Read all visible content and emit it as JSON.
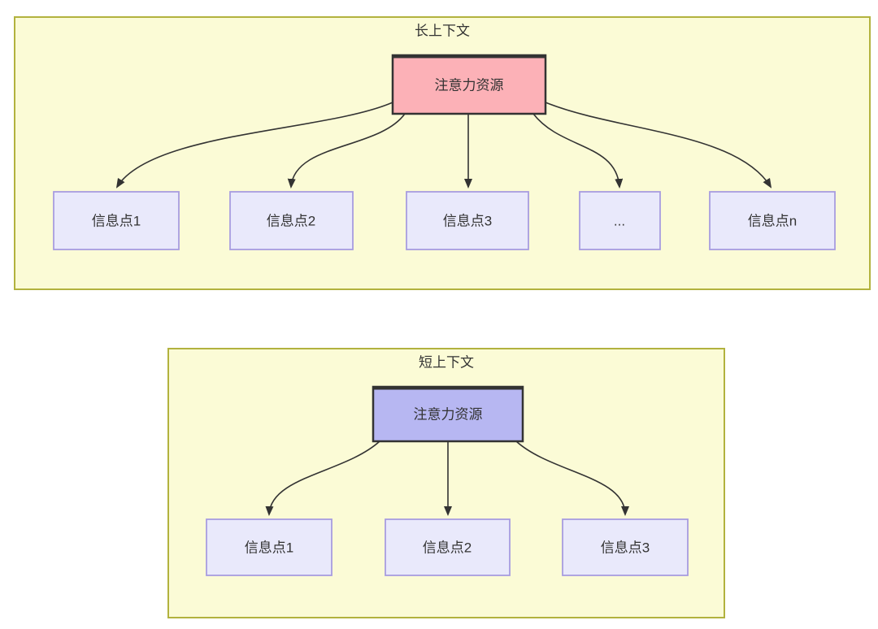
{
  "diagram": {
    "line_color": "#333333",
    "text_color": "#333333",
    "sections": [
      {
        "title": "长上下文",
        "container_fill": "#fbfbd6",
        "container_border": "#b2b23e",
        "source": {
          "label": "注意力资源",
          "fill": "#fcb1b7",
          "border": "#333333"
        },
        "target_fill": "#e9e9fb",
        "target_border": "#a79ce0",
        "targets": [
          {
            "label": "信息点1"
          },
          {
            "label": "信息点2"
          },
          {
            "label": "信息点3"
          },
          {
            "label": "..."
          },
          {
            "label": "信息点n"
          }
        ]
      },
      {
        "title": "短上下文",
        "container_fill": "#fbfbd6",
        "container_border": "#b2b23e",
        "source": {
          "label": "注意力资源",
          "fill": "#b7b7f2",
          "border": "#333333"
        },
        "target_fill": "#e9e9fb",
        "target_border": "#a79ce0",
        "targets": [
          {
            "label": "信息点1"
          },
          {
            "label": "信息点2"
          },
          {
            "label": "信息点3"
          }
        ]
      }
    ]
  }
}
